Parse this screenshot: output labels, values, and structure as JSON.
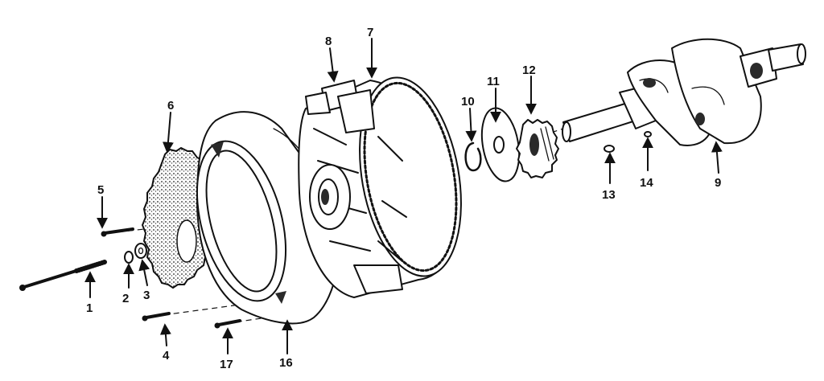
{
  "diagram": {
    "labels": {
      "p1": "1",
      "p2": "2",
      "p3": "3",
      "p4": "4",
      "p5": "5",
      "p6": "6",
      "p7": "7",
      "p8": "8",
      "p9": "9",
      "p10": "10",
      "p11": "11",
      "p12": "12",
      "p13": "13",
      "p14": "14",
      "p16": "16",
      "p17": "17"
    }
  }
}
